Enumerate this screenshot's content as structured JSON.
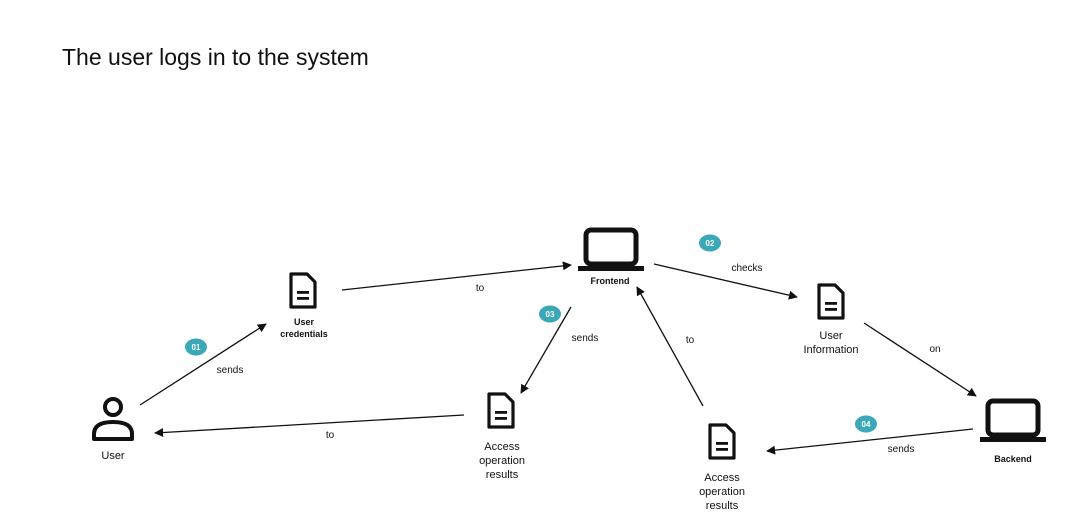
{
  "title": "The user logs in to the system",
  "colors": {
    "step_badge": "#3aa8b8",
    "ink": "#111111"
  },
  "nodes": {
    "user": {
      "label": "User",
      "icon": "person-icon"
    },
    "credentials": {
      "label_lines": [
        "User",
        "credentials"
      ],
      "icon": "document-icon"
    },
    "frontend": {
      "label": "Frontend",
      "icon": "laptop-icon"
    },
    "user_info": {
      "label_lines": [
        "User",
        "Information"
      ],
      "icon": "document-icon"
    },
    "backend": {
      "label": "Backend",
      "icon": "laptop-icon"
    },
    "access_results_1": {
      "label_lines": [
        "Access",
        "operation",
        "results"
      ],
      "icon": "document-icon"
    },
    "access_results_2": {
      "label_lines": [
        "Access",
        "operation",
        "results"
      ],
      "icon": "document-icon"
    }
  },
  "edges": {
    "user_to_credentials": "sends",
    "credentials_to_frontend": "to",
    "frontend_to_user_info": "checks",
    "user_info_to_backend": "on",
    "frontend_to_access_1": "sends",
    "access_1_to_user": "to",
    "backend_to_access_2": "sends",
    "access_2_to_frontend": "to"
  },
  "steps": [
    "01",
    "02",
    "03",
    "04"
  ]
}
